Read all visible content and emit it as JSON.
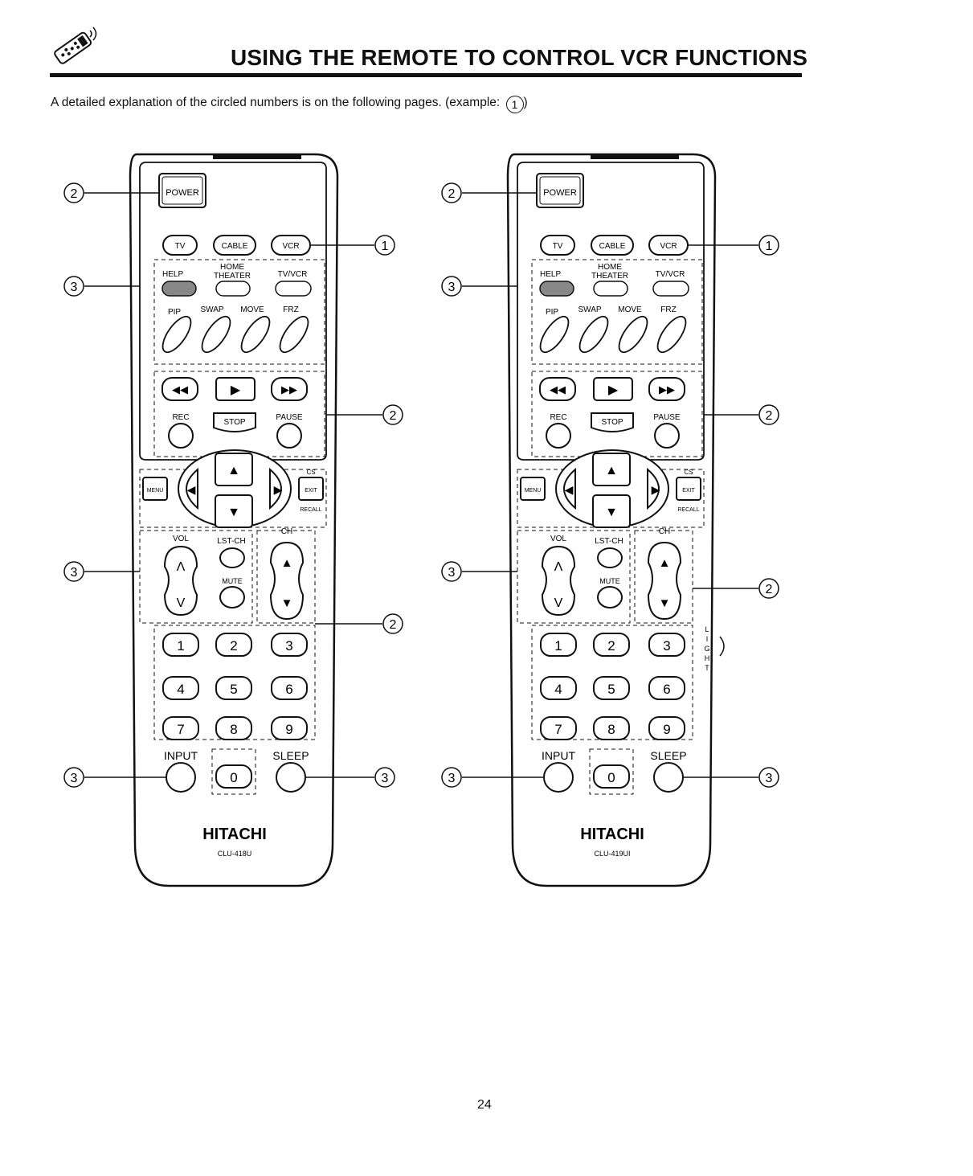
{
  "title": "USING THE REMOTE TO CONTROL VCR FUNCTIONS",
  "intro": {
    "text": "A detailed explanation of the circled numbers is on the following pages. (example: ",
    "example_number": "1",
    "close": ")"
  },
  "page_number": "24",
  "remotes": [
    {
      "brand": "HITACHI",
      "model": "CLU-418U",
      "has_light_button": false,
      "buttons": {
        "power": "POWER",
        "tv": "TV",
        "cable": "CABLE",
        "vcr": "VCR",
        "help": "HELP",
        "home_theater_1": "HOME",
        "home_theater_2": "THEATER",
        "tv_vcr": "TV/VCR",
        "pip": "PIP",
        "swap": "SWAP",
        "move": "MOVE",
        "frz": "FRZ",
        "rec": "REC",
        "stop": "STOP",
        "pause": "PAUSE",
        "menu": "MENU",
        "exit": "EXIT",
        "cs": "CS",
        "recall": "RECALL",
        "vol": "VOL",
        "lst_ch": "LST-CH",
        "mute": "MUTE",
        "ch": "CH",
        "digits": [
          "1",
          "2",
          "3",
          "4",
          "5",
          "6",
          "7",
          "8",
          "9",
          "0"
        ],
        "input": "INPUT",
        "sleep": "SLEEP"
      },
      "callouts": [
        "2",
        "1",
        "3",
        "2",
        "3",
        "2",
        "3",
        "3"
      ]
    },
    {
      "brand": "HITACHI",
      "model": "CLU-419UI",
      "has_light_button": true,
      "light_label": [
        "L",
        "I",
        "G",
        "H",
        "T"
      ],
      "buttons": {
        "power": "POWER",
        "tv": "TV",
        "cable": "CABLE",
        "vcr": "VCR",
        "help": "HELP",
        "home_theater_1": "HOME",
        "home_theater_2": "THEATER",
        "tv_vcr": "TV/VCR",
        "pip": "PIP",
        "swap": "SWAP",
        "move": "MOVE",
        "frz": "FRZ",
        "rec": "REC",
        "stop": "STOP",
        "pause": "PAUSE",
        "menu": "MENU",
        "exit": "EXIT",
        "cs": "CS",
        "recall": "RECALL",
        "vol": "VOL",
        "lst_ch": "LST-CH",
        "mute": "MUTE",
        "ch": "CH",
        "digits": [
          "1",
          "2",
          "3",
          "4",
          "5",
          "6",
          "7",
          "8",
          "9",
          "0"
        ],
        "input": "INPUT",
        "sleep": "SLEEP"
      },
      "callouts": [
        "2",
        "1",
        "3",
        "2",
        "3",
        "2",
        "3",
        "3"
      ]
    }
  ]
}
